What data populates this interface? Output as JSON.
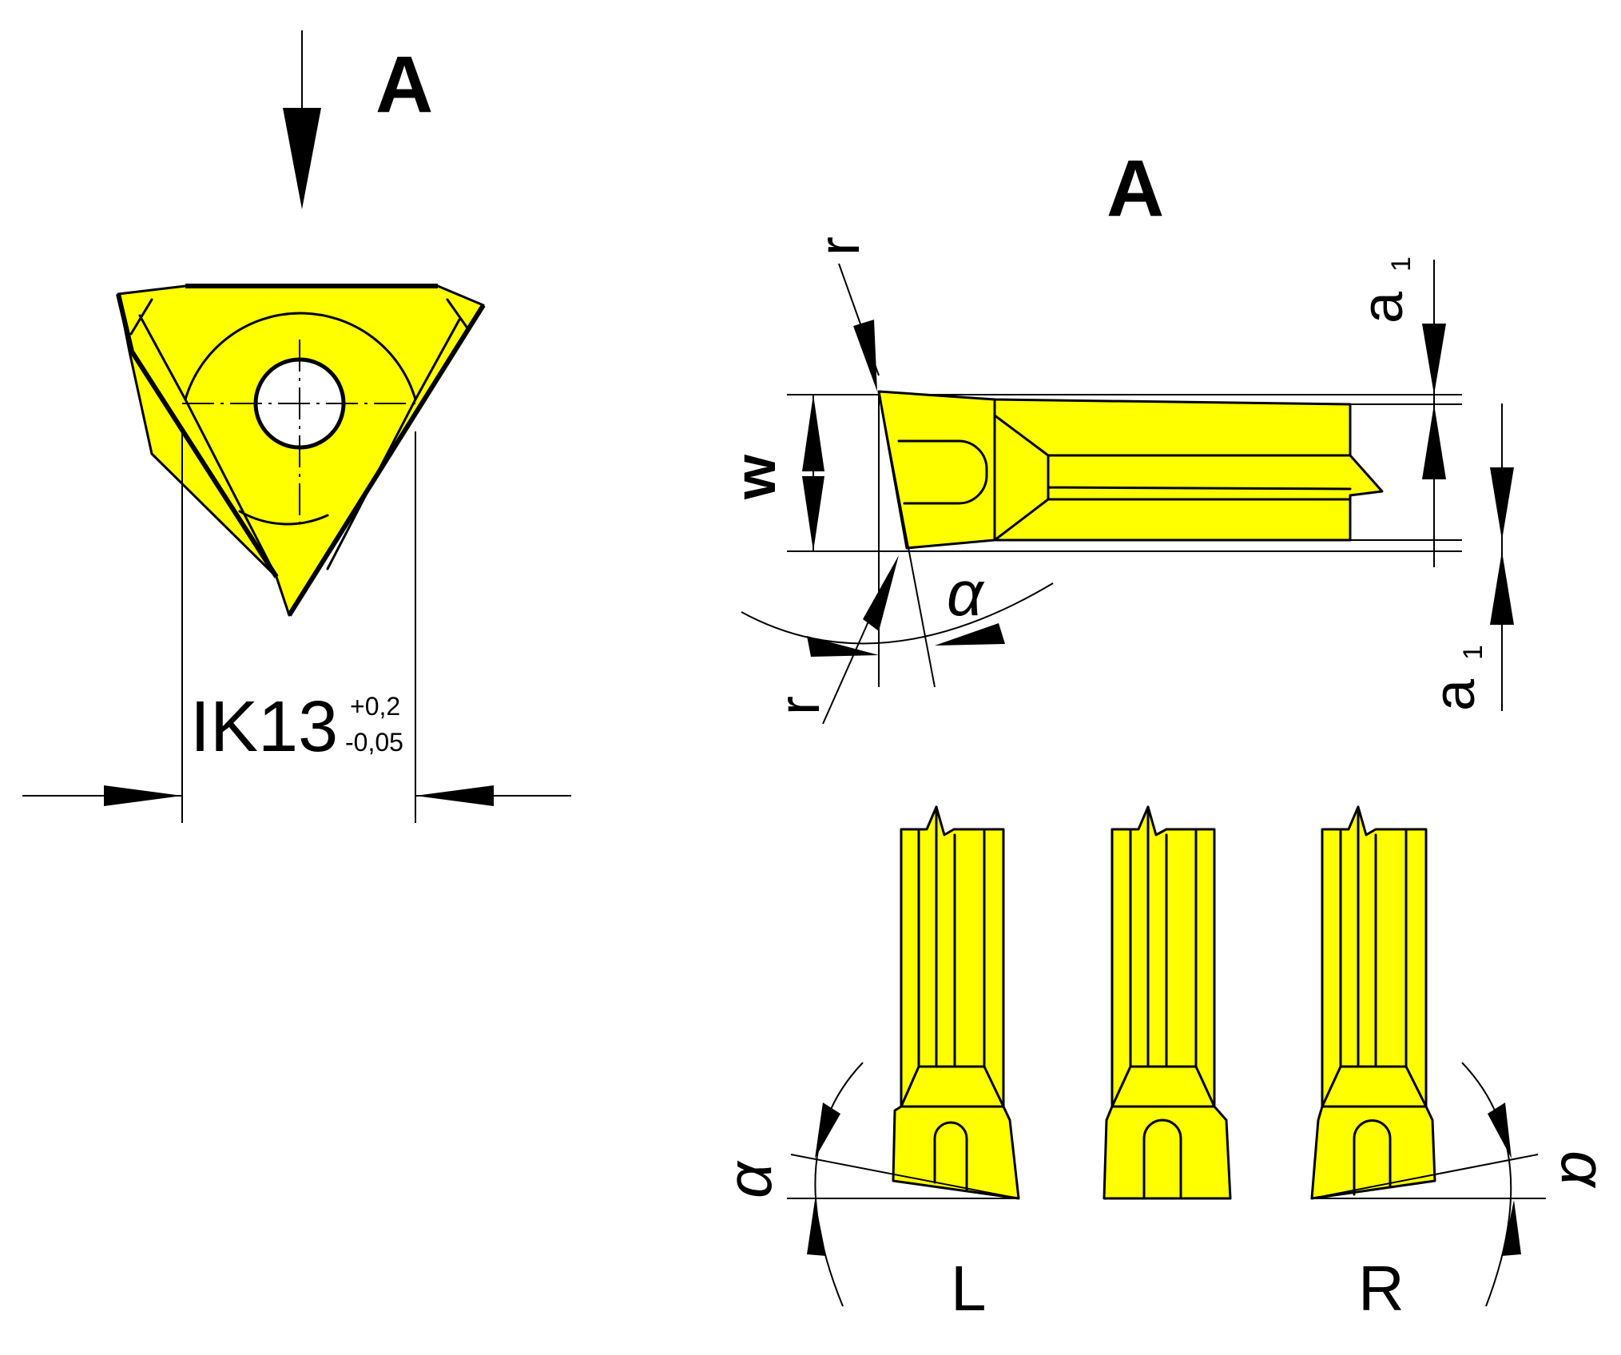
{
  "labels": {
    "view_marker": "A",
    "view_title": "A",
    "ik_main": "IK13",
    "ik_tol_upper": "+0,2",
    "ik_tol_lower": "-0,05",
    "dim_w": "w",
    "dim_r_top": "r",
    "dim_r_bottom": "r",
    "dim_alpha_top": "α",
    "dim_a1_top_letter": "a",
    "dim_a1_top_sub": "1",
    "dim_a1_bottom_letter": "a",
    "dim_a1_bottom_sub": "1",
    "dim_alpha_left": "α",
    "dim_alpha_right": "α",
    "variant_left": "L",
    "variant_right": "R"
  },
  "colors": {
    "insert_fill": "#ffff00",
    "outline": "#000000",
    "background": "#ffffff"
  }
}
